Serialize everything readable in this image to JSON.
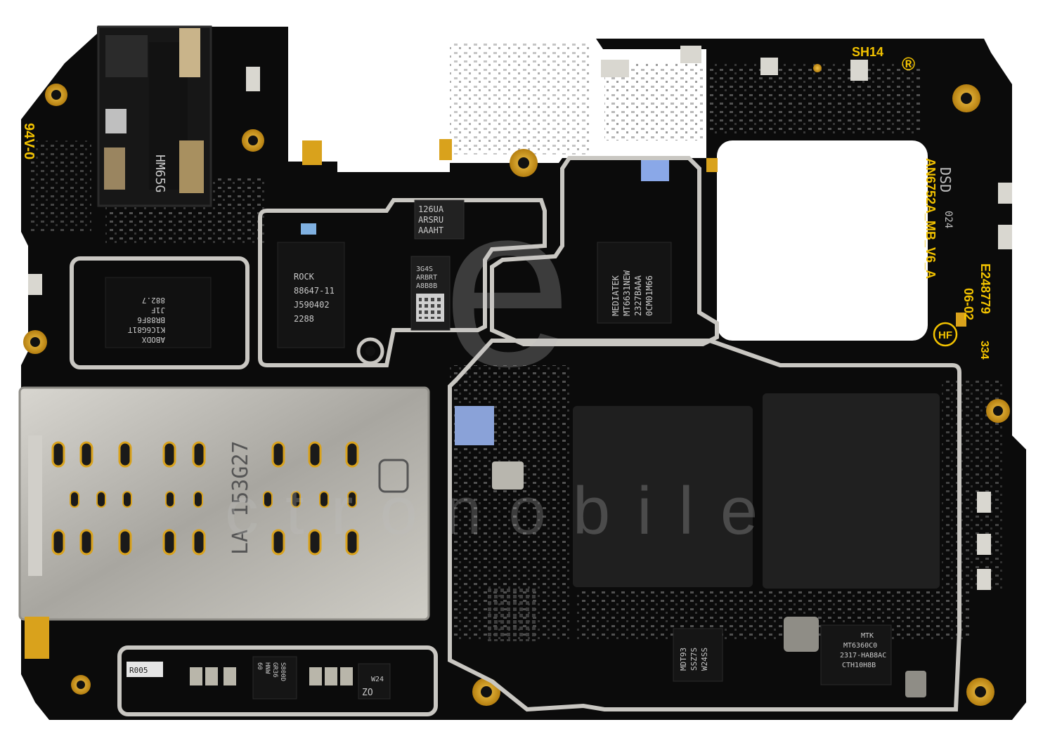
{
  "silkscreen": {
    "rating": "94V-0",
    "shield_id": "SH14",
    "registered": "®",
    "board_name": "AN6752A_MB_V6_A",
    "date_code": "06-02",
    "serial": "E248779",
    "serial_tail": "334",
    "hf_mark": "HF",
    "rev_mark": "DSD",
    "lot": "024",
    "resistor": "R005"
  },
  "chips": {
    "audio_jack": "HM65G",
    "memory_left": [
      "ABODX",
      "K1C6G81T",
      "BR88F6",
      "J1F",
      "882.7"
    ],
    "rock_chip": [
      "ROCK",
      "88647-11",
      "J590402",
      "2288"
    ],
    "small_chip": [
      "126UA",
      "ARSRU",
      "AAAHT"
    ],
    "qr_chip": [
      "3G4S",
      "ARBRT",
      "A8B8B"
    ],
    "mediatek": [
      "MEDIATEK",
      "MT6631NEW",
      "2327BAAA",
      "0CM01M66"
    ],
    "sim_tray": "LA 153G27",
    "pmic_small": [
      "MDT93",
      "SSZ7S",
      "W24SS"
    ],
    "mtk_chip": [
      "MTK",
      "MT6360C0",
      "2317-HAB8AC",
      "CTH10H8B"
    ],
    "bottom_chip": [
      "ZO",
      "W24"
    ],
    "rf_chip": [
      "S800D",
      "GR36",
      "HNW",
      "60"
    ]
  },
  "watermark": {
    "logo": "e",
    "text": "ctronobile"
  },
  "colors": {
    "board": "#0b0b0b",
    "shield": "#c9c7c2",
    "gold": "#d9a21c",
    "silkscreen": "#f2c200"
  }
}
